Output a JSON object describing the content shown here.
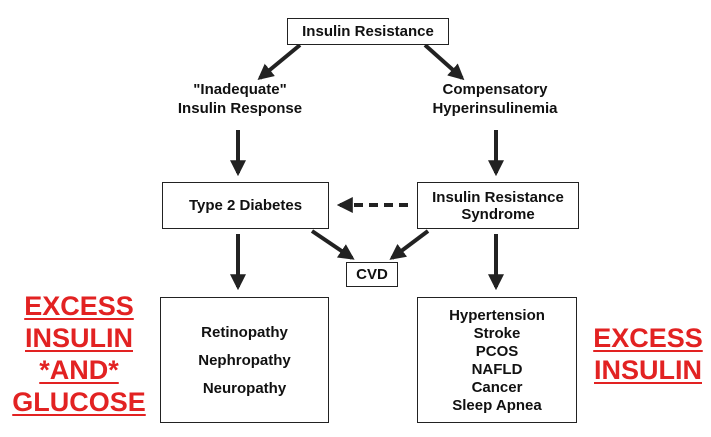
{
  "nodes": {
    "insulin_resistance": "Insulin Resistance",
    "inadequate_response": [
      "\"Inadequate\"",
      "Insulin Response"
    ],
    "compensatory": [
      "Compensatory",
      "Hyperinsulinemia"
    ],
    "type2_diabetes": "Type 2 Diabetes",
    "ir_syndrome": [
      "Insulin Resistance",
      "Syndrome"
    ],
    "cvd": "CVD",
    "complications_left": [
      "Retinopathy",
      "Nephropathy",
      "Neuropathy"
    ],
    "complications_right": [
      "Hypertension",
      "Stroke",
      "PCOS",
      "NAFLD",
      "Cancer",
      "Sleep Apnea"
    ]
  },
  "annotations": {
    "left": [
      "EXCESS",
      "INSULIN",
      "*AND*",
      "GLUCOSE"
    ],
    "right": [
      "EXCESS",
      "INSULIN"
    ]
  },
  "colors": {
    "annotation": "#e22222",
    "lines": "#222222"
  }
}
